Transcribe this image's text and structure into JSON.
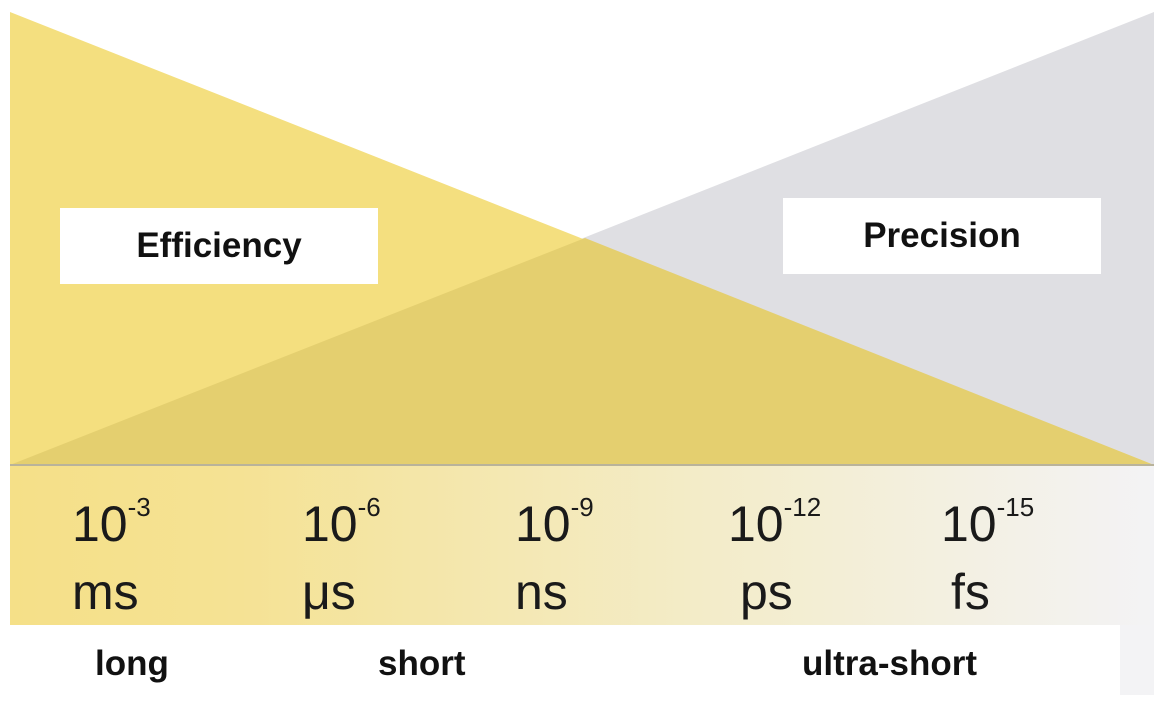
{
  "labels": {
    "efficiency": "Efficiency",
    "precision": "Precision"
  },
  "scale": [
    {
      "base": "10",
      "exponent": "-3",
      "unit": "ms"
    },
    {
      "base": "10",
      "exponent": "-6",
      "unit": "μs"
    },
    {
      "base": "10",
      "exponent": "-9",
      "unit": "ns"
    },
    {
      "base": "10",
      "exponent": "-12",
      "unit": "ps"
    },
    {
      "base": "10",
      "exponent": "-15",
      "unit": "fs"
    }
  ],
  "durations": {
    "long": "long",
    "short": "short",
    "ultra_short": "ultra-short"
  },
  "colors": {
    "efficiency_fill": "#f4df7f",
    "precision_fill": "#dfdfe3",
    "overlap_fill": "#e4cf6f",
    "band_start": "#f4df7f",
    "band_end": "#f3f3f5",
    "baseline": "#b9b39a"
  }
}
